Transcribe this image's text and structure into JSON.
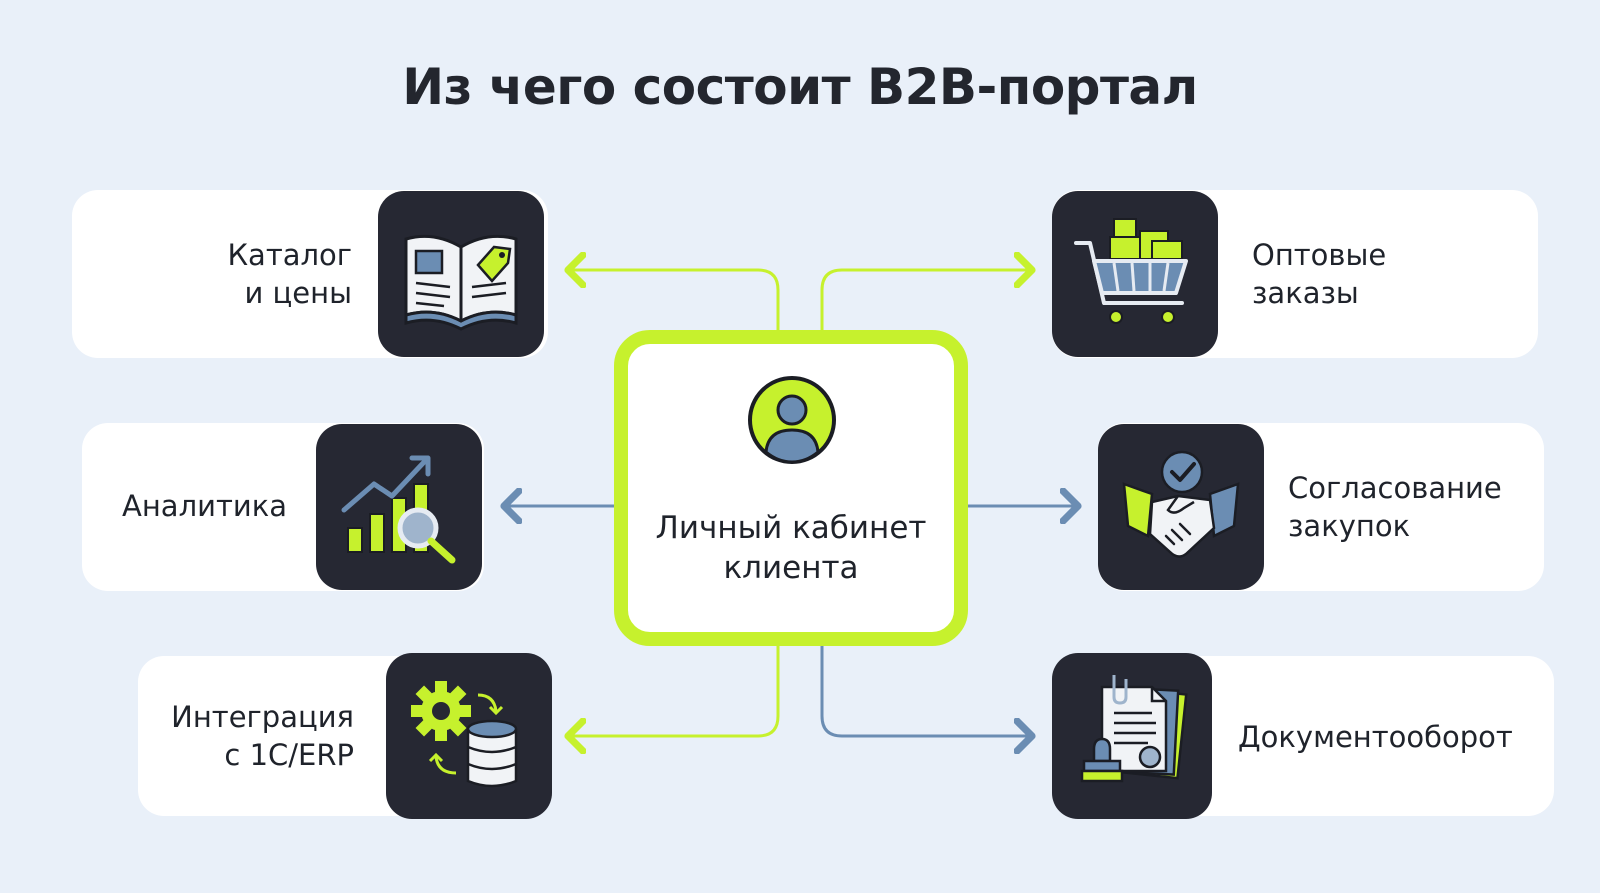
{
  "title": "Из чего состоит B2B-портал",
  "center": {
    "label": "Личный кабинет\nклиента",
    "icon": "user-avatar-icon"
  },
  "items": [
    {
      "label": "Каталог\nи цены",
      "icon": "catalog-book-icon"
    },
    {
      "label": "Аналитика",
      "icon": "analytics-chart-icon"
    },
    {
      "label": "Интеграция\nс 1С/ERP",
      "icon": "integration-gear-database-icon"
    },
    {
      "label": "Оптовые\nзаказы",
      "icon": "shopping-cart-icon"
    },
    {
      "label": "Согласование\nзакупок",
      "icon": "handshake-check-icon"
    },
    {
      "label": "Документооборот",
      "icon": "documents-stamp-icon"
    }
  ],
  "colors": {
    "background": "#e9f0f9",
    "accent_lime": "#c6f12d",
    "accent_blue": "#6b8db3",
    "tile_dark": "#262833",
    "card": "#ffffff"
  }
}
